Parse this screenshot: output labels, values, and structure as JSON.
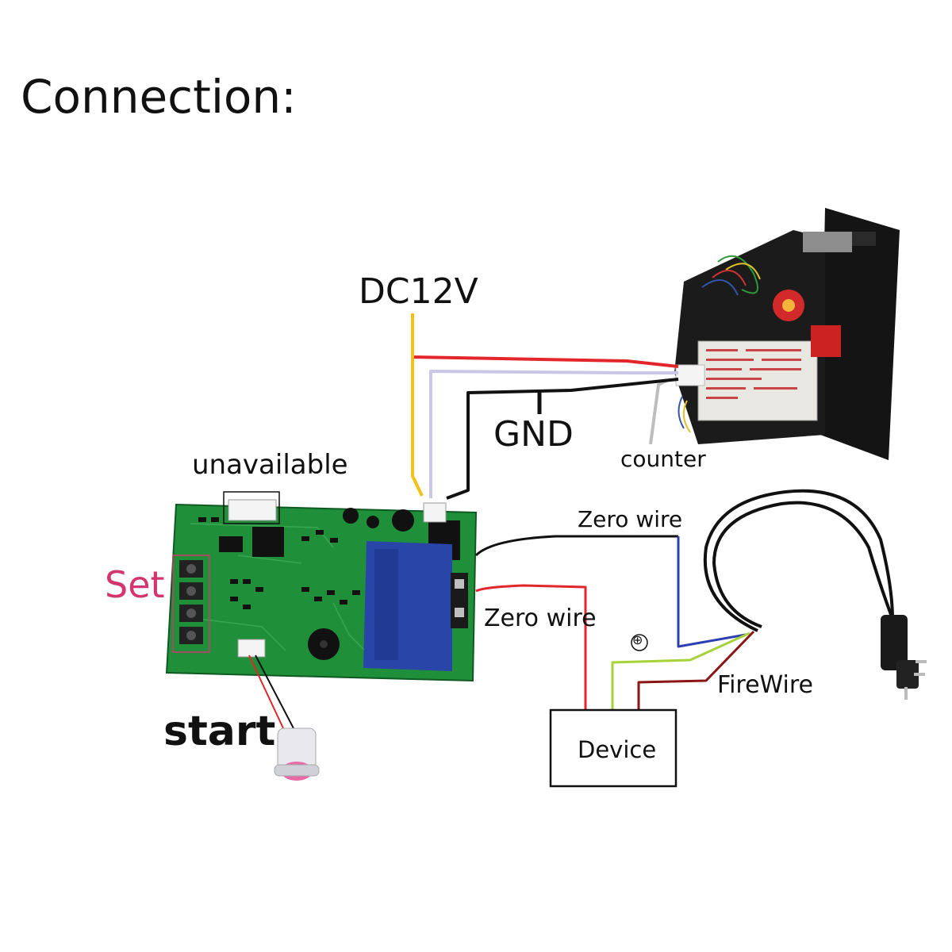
{
  "title": "Connection:",
  "labels": {
    "dc12v": "DC12V",
    "gnd": "GND",
    "counter": "counter",
    "unavailable": "unavailable",
    "set": "Set",
    "zero_wire_top": "Zero wire",
    "zero_wire_bottom": "Zero wire",
    "firewire": "FireWire",
    "start": "start",
    "device": "Device",
    "earth_symbol": "⊕"
  },
  "colors": {
    "board": "#1f8f3a",
    "wire_red": "#e3262b",
    "wire_yellow": "#f2c21a",
    "wire_lavender": "#c9c6e6",
    "wire_black": "#111111",
    "wire_blue": "#2b3fb0",
    "wire_green": "#a6d23a",
    "wire_darkred": "#8b1414",
    "set_label": "#d2366e",
    "relay": "#2a45a8"
  }
}
